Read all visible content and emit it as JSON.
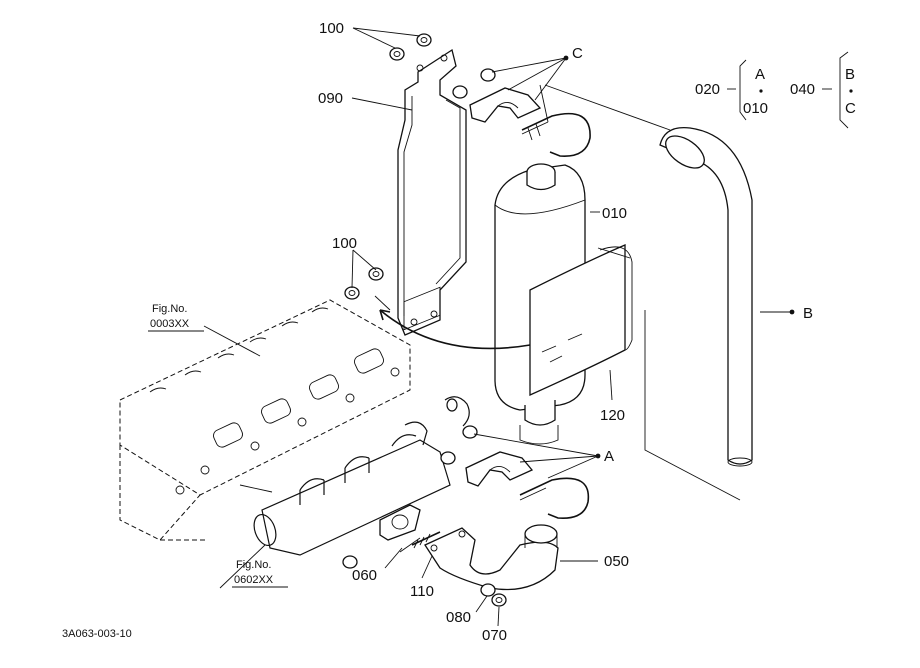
{
  "diagram": {
    "labels": {
      "p100_top": "100",
      "p090": "090",
      "pC": "C",
      "p010": "010",
      "p100_mid": "100",
      "pB": "B",
      "p120": "120",
      "pA": "A",
      "p050": "050",
      "p060": "060",
      "p110": "110",
      "p080": "080",
      "p070": "070"
    },
    "figrefs": {
      "engine": {
        "line1": "Fig.No.",
        "line2": "0003XX"
      },
      "manifold": {
        "line1": "Fig.No.",
        "line2": "0602XX"
      }
    },
    "legend": {
      "g1": {
        "code": "020",
        "top": "A",
        "bottom": "010"
      },
      "g2": {
        "code": "040",
        "top": "B",
        "bottom": "C"
      }
    },
    "drawing_no": "3A063-003-10"
  }
}
